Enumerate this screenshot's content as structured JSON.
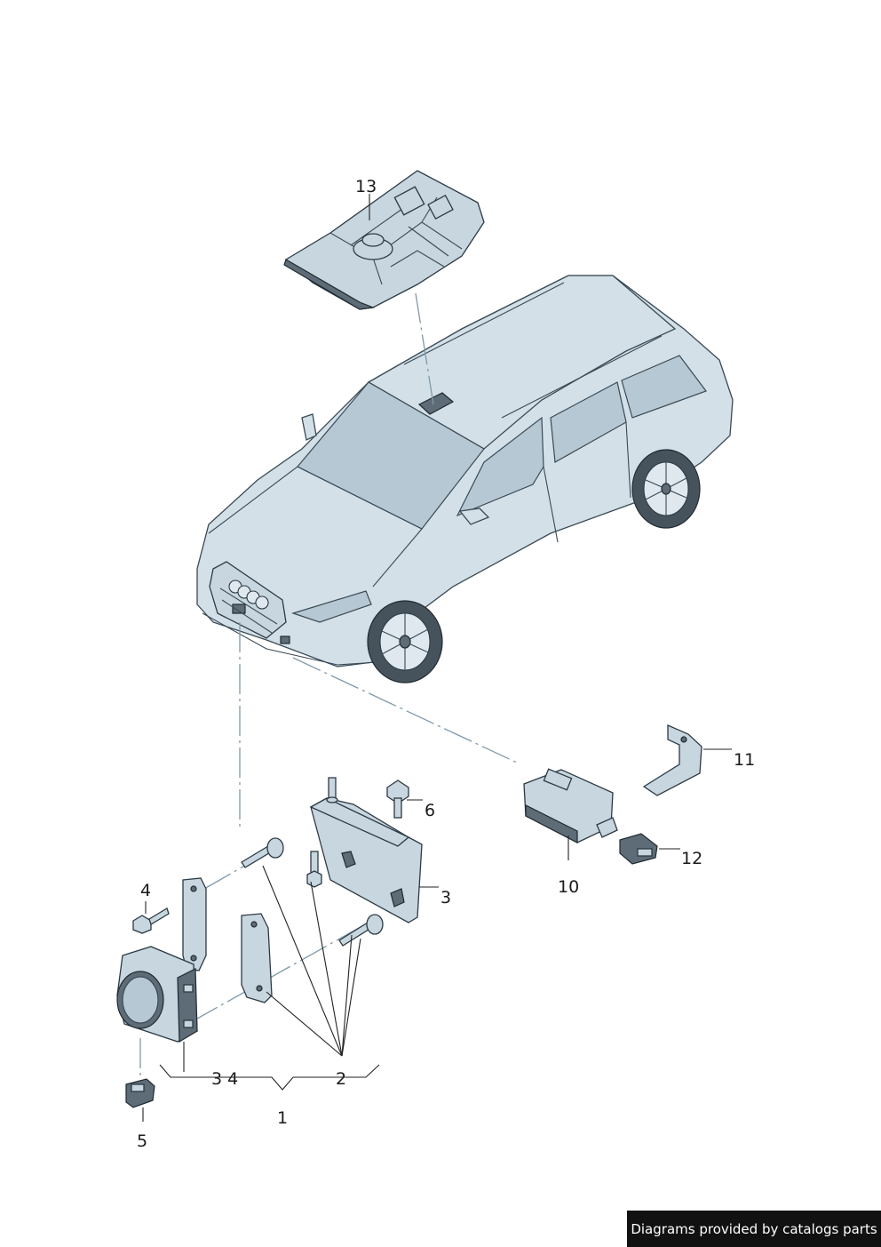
{
  "callouts": {
    "c1": "1",
    "c2": "2",
    "c3": "3",
    "c3_4": "3 4",
    "c4": "4",
    "c5": "5",
    "c6": "6",
    "c10": "10",
    "c11": "11",
    "c12": "12",
    "c13": "13"
  },
  "footer": {
    "credit": "Diagrams provided by catalogs parts"
  },
  "colors": {
    "body": "#d3e0e8",
    "outline": "#3a4a55",
    "dash_line": "#7f99a8",
    "badge_bg": "#111111"
  }
}
